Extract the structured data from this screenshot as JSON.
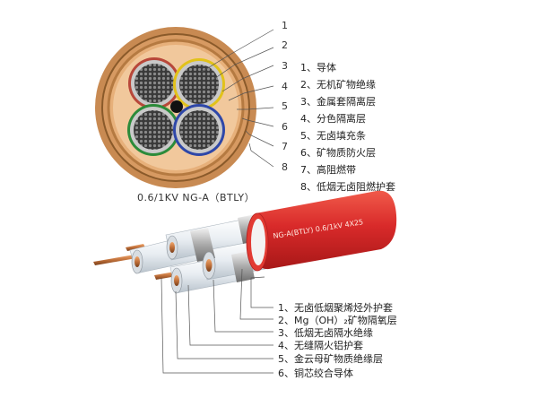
{
  "top_diagram": {
    "numbers": [
      "1",
      "2",
      "3",
      "4",
      "5",
      "6",
      "7",
      "8"
    ],
    "legend": [
      "1、导体",
      "2、无机矿物绝缘",
      "3、金属套隔离层",
      "4、分色隔离层",
      "5、无卤填充条",
      "6、矿物质防火层",
      "7、高阻燃带",
      "8、低烟无卤阻燃护套"
    ]
  },
  "model_label": "0.6/1KV NG-A（BTLY）",
  "cable_print": "NG-A(BTLY) 0.6/1kV 4X25",
  "bottom_diagram": {
    "legend": [
      "1、无卤低烟聚烯烃外护套",
      "2、Mg（OH）₂矿物隔氧层",
      "3、低烟无卤隔水绝缘",
      "4、无缝隔火铝护套",
      "5、金云母矿物质绝缘层",
      "6、铜芯绞合导体"
    ]
  },
  "colors": {
    "outer_sheath": "#c88a52",
    "sheath_ring": "#b57a41",
    "core_yellow": "#e2c21a",
    "core_green": "#2c8b3a",
    "core_blue": "#2e47a8",
    "core_red": "#b8473a",
    "cable_red": "#d92a2a",
    "copper": "#c0703a"
  }
}
